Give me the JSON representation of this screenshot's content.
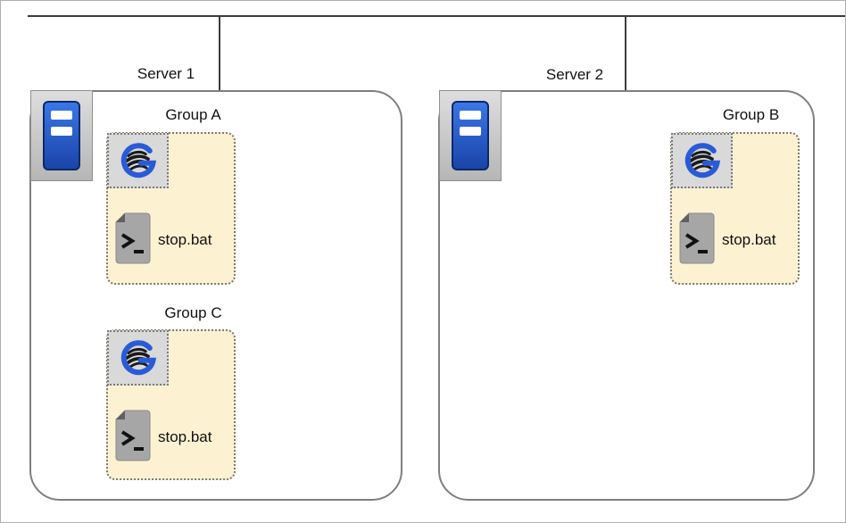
{
  "diagram_title": "server-groups-stop-script-diagram",
  "servers": [
    {
      "label": "Server 1",
      "groups": [
        {
          "label": "Group A",
          "script": "stop.bat"
        },
        {
          "label": "Group C",
          "script": "stop.bat"
        }
      ]
    },
    {
      "label": "Server 2",
      "groups": [
        {
          "label": "Group B",
          "script": "stop.bat"
        }
      ]
    }
  ],
  "icons": {
    "server": "server-tower-icon",
    "app": "g-wave-logo-icon",
    "script": "batch-file-terminal-icon"
  },
  "colors": {
    "group_fill": "#fcf2d1",
    "outline_gray": "#7f7f7f",
    "server_blue": "#1a44a8",
    "logo_blue": "#2a5bd7",
    "line_dark": "#3c3c3c",
    "icon_tile_gray": "#d9d9d9"
  }
}
